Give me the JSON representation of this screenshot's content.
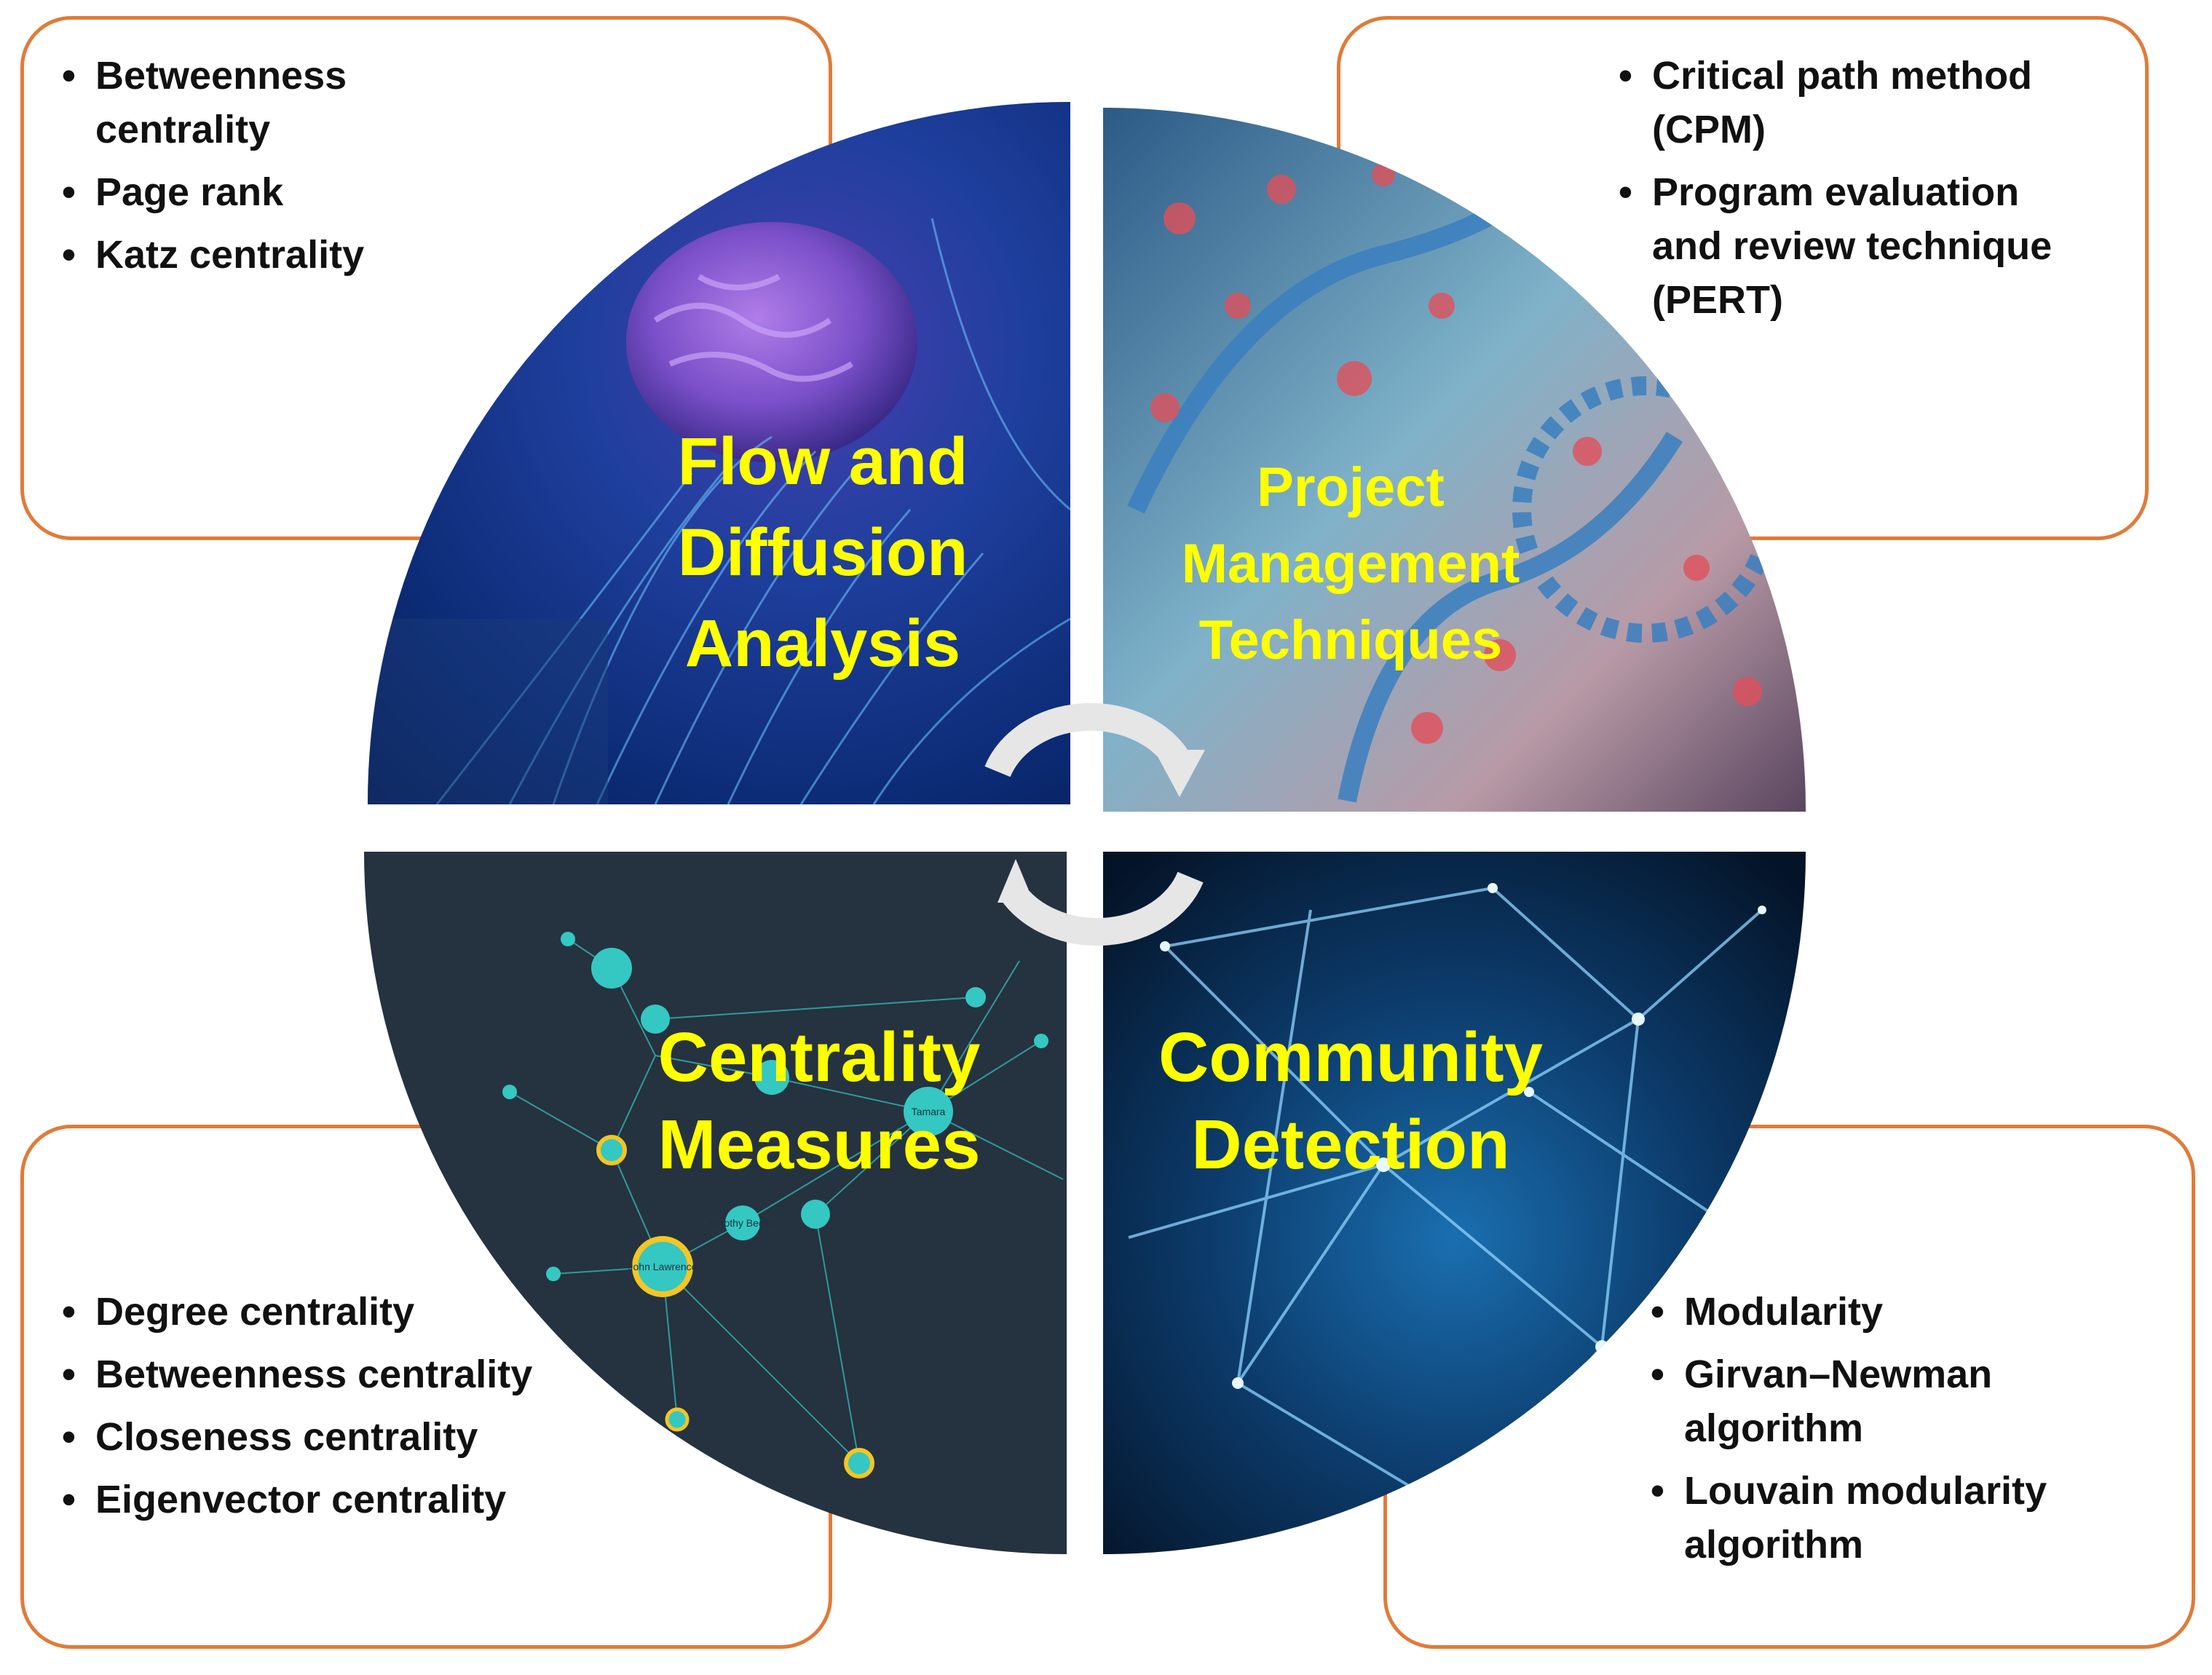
{
  "quadrants": {
    "top_left": {
      "label_lines": [
        "Flow and",
        "Diffusion",
        "Analysis"
      ]
    },
    "top_right": {
      "label_lines": [
        "Project",
        "Management",
        "Techniques"
      ]
    },
    "bottom_left": {
      "label_lines": [
        "Centrality",
        "Measures"
      ]
    },
    "bottom_right": {
      "label_lines": [
        "Community",
        "Detection"
      ]
    }
  },
  "boxes": {
    "top_left": {
      "items": [
        "Betweenness centrality",
        "Page rank",
        "Katz centrality"
      ]
    },
    "top_right": {
      "items": [
        "Critical path method (CPM)",
        "Program evaluation and review technique (PERT)"
      ]
    },
    "bottom_left": {
      "items": [
        "Degree centrality",
        "Betweenness centrality",
        "Closeness centrality",
        "Eigenvector centrality"
      ]
    },
    "bottom_right": {
      "items": [
        "Modularity",
        "Girvan–Newman algorithm",
        "Louvain modularity algorithm"
      ]
    }
  },
  "network_labels": [
    "Tamara",
    "John Lawrence",
    "Timothy Becker"
  ],
  "colors": {
    "box_border": "#e07b39",
    "label_text": "#ffff00",
    "arrow": "#e6e6e6"
  }
}
